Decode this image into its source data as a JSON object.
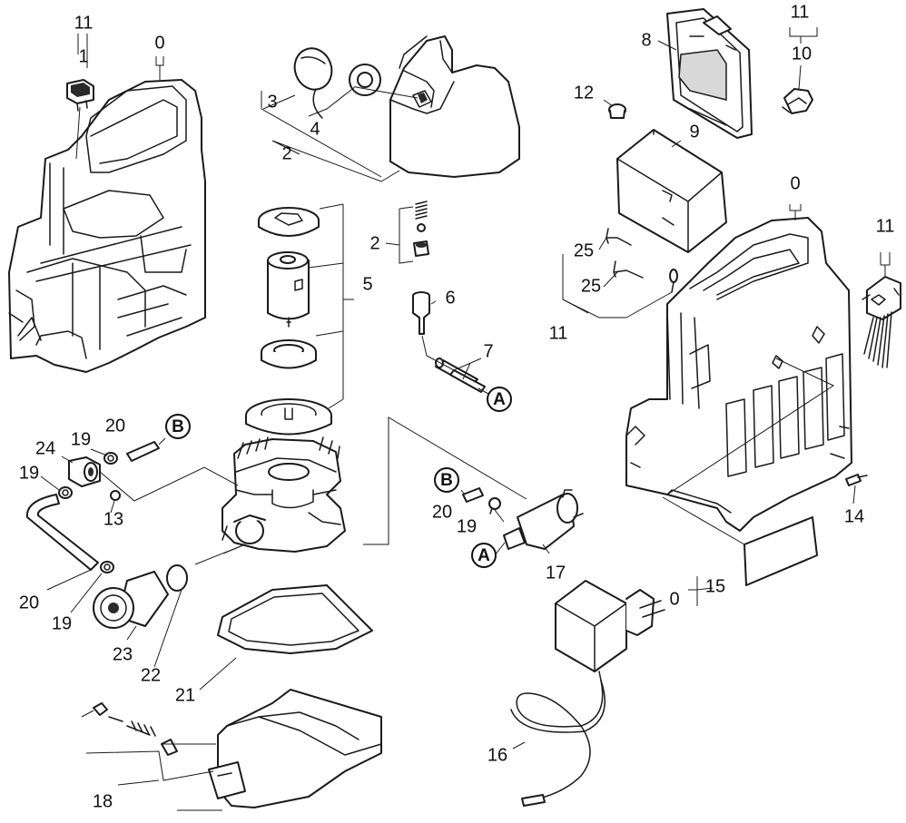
{
  "callouts": [
    {
      "id": "c11a",
      "label": "11"
    },
    {
      "id": "c1",
      "label": "1"
    },
    {
      "id": "c0a",
      "label": "0"
    },
    {
      "id": "c3",
      "label": "3"
    },
    {
      "id": "c4",
      "label": "4"
    },
    {
      "id": "c2a",
      "label": "2"
    },
    {
      "id": "c8",
      "label": "8"
    },
    {
      "id": "c11b",
      "label": "11"
    },
    {
      "id": "c10",
      "label": "10"
    },
    {
      "id": "c12",
      "label": "12"
    },
    {
      "id": "c9",
      "label": "9"
    },
    {
      "id": "c0b",
      "label": "0"
    },
    {
      "id": "c11c",
      "label": "11"
    },
    {
      "id": "c2b",
      "label": "2"
    },
    {
      "id": "c5",
      "label": "5"
    },
    {
      "id": "c6",
      "label": "6"
    },
    {
      "id": "c25a",
      "label": "25"
    },
    {
      "id": "c25b",
      "label": "25"
    },
    {
      "id": "c11d",
      "label": "11"
    },
    {
      "id": "c7",
      "label": "7"
    },
    {
      "id": "c20a",
      "label": "20"
    },
    {
      "id": "c24",
      "label": "24"
    },
    {
      "id": "c19a",
      "label": "19"
    },
    {
      "id": "c19b",
      "label": "19"
    },
    {
      "id": "c13",
      "label": "13"
    },
    {
      "id": "c20b",
      "label": "20"
    },
    {
      "id": "c19c",
      "label": "19"
    },
    {
      "id": "c20c",
      "label": "20"
    },
    {
      "id": "c19d",
      "label": "19"
    },
    {
      "id": "c23",
      "label": "23"
    },
    {
      "id": "c22",
      "label": "22"
    },
    {
      "id": "c21",
      "label": "21"
    },
    {
      "id": "c17",
      "label": "17"
    },
    {
      "id": "c14",
      "label": "14"
    },
    {
      "id": "c0c",
      "label": "0"
    },
    {
      "id": "c15",
      "label": "15"
    },
    {
      "id": "c16",
      "label": "16"
    },
    {
      "id": "c18",
      "label": "18"
    }
  ],
  "references": [
    {
      "id": "rA1",
      "label": "A"
    },
    {
      "id": "rB1",
      "label": "B"
    },
    {
      "id": "rB2",
      "label": "B"
    },
    {
      "id": "rA2",
      "label": "A"
    }
  ]
}
